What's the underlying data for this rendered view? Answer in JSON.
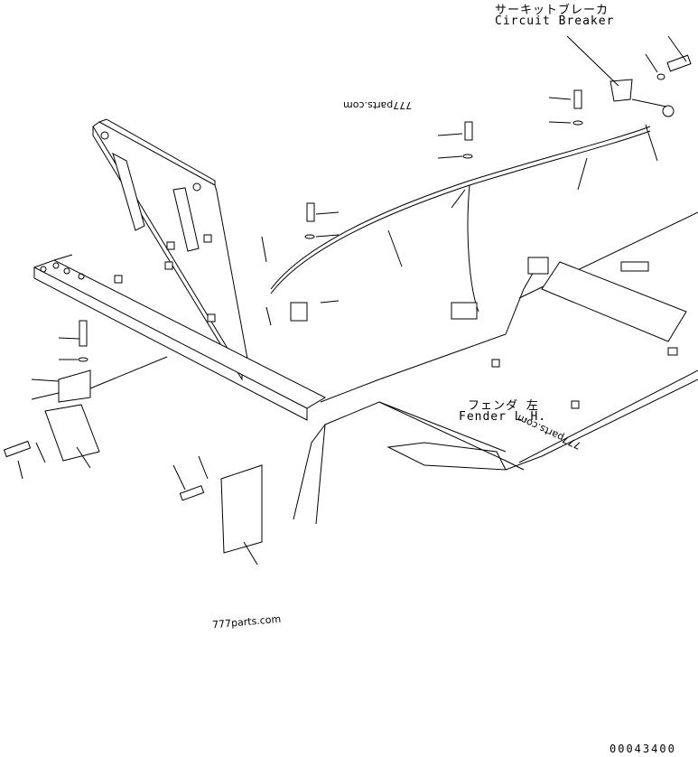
{
  "labels": {
    "circuit_breaker_jp": "サーキットブレーカ",
    "circuit_breaker_en": "Circuit Breaker",
    "fender_jp": "フェンダ 左",
    "fender_en": "Fender L.H."
  },
  "watermarks": {
    "top": "777parts.com",
    "right": "777parts.com",
    "bottom": "777parts.com"
  },
  "drawing_number": "00043400"
}
